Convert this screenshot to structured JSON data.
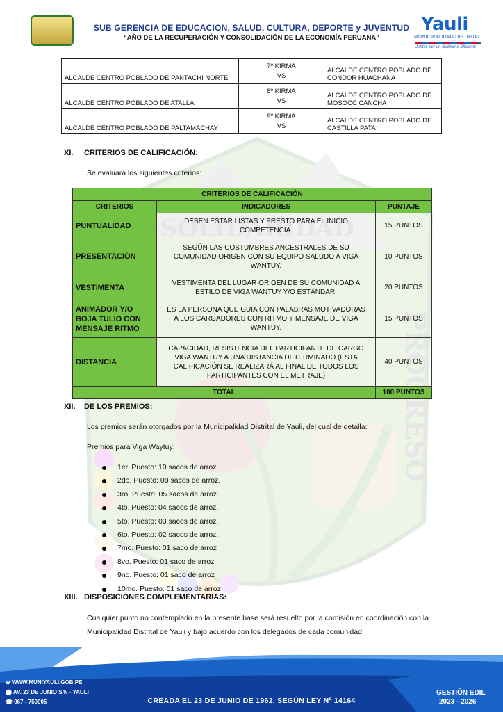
{
  "header": {
    "title": "SUB GERENCIA DE EDUCACION, SALUD, CULTURA, DEPORTE y JUVENTUD",
    "subtitle": "“AÑO DE LA RECUPERACIÓN Y CONSOLIDACIÓN DE LA ECONOMÍA PERUANA”",
    "brand_name": "Yauli",
    "brand_sub": "MUNICIPALIDAD DISTRITAL",
    "brand_slogan": "Juntos por un Gobierno Eficiente",
    "colors": {
      "title": "#1f3b8f",
      "brand": "#1a63c6",
      "accent": "#c8102e"
    }
  },
  "matches": [
    {
      "home": "ALCALDE CENTRO POBLADO DE PANTACHI NORTE",
      "round": "7º KIRMA",
      "vs": "VS",
      "away": "ALCALDE CENTRO POBLADO DE CONDOR HUACHANA"
    },
    {
      "home": "ALCALDE CENTRO POBLADO DE ATALLA",
      "round": "8º KIRMA",
      "vs": "VS",
      "away": "ALCALDE CENTRO POBLADO DE MOSOCC CANCHA"
    },
    {
      "home": "ALCALDE CENTRO POBLADO DE PALTAMACHAY",
      "round": "9º KIRMA",
      "vs": "VS",
      "away": "ALCALDE CENTRO POBLADO DE CASTILLA PATA"
    }
  ],
  "section_xi": {
    "number": "XI.",
    "title": "CRITERIOS DE CALIFICACIÓN:",
    "intro": "Se evaluará los siguientes criterios:"
  },
  "criteria_table": {
    "title": "CRITERIOS DE CALIFICACIÓN",
    "headers": [
      "CRITERIOS",
      "INDICADORES",
      "PUNTAJE"
    ],
    "rows": [
      {
        "criterion": "PUNTUALIDAD",
        "indicator": "DEBEN ESTAR LISTAS Y PRESTO PARA EL INICIO COMPETENCIA.",
        "points": "15 PUNTOS"
      },
      {
        "criterion": "PRESENTACIÓN",
        "indicator": "SEGÚN LAS COSTUMBRES ANCESTRALES DE SU COMUNIDAD ORIGEN CON SU EQUIPO SALUDO A VIGA WANTUY.",
        "points": "10 PUNTOS"
      },
      {
        "criterion": "VESTIMENTA",
        "indicator": "VESTIMENTA DEL LUGAR ORIGEN DE SU COMUNIDAD A ESTILO DE VIGA WANTUY Y/O ESTÁNDAR.",
        "points": "20 PUNTOS"
      },
      {
        "criterion": "ANIMADOR Y/O BOJA TULIO CON MENSAJE RITMO",
        "indicator": "ES LA PERSONA QUE GUIA CON PALABRAS MOTIVADORAS A LOS CARGADORES CON RITMO Y MENSAJE DE VIGA WANTUY.",
        "points": "15 PUNTOS"
      },
      {
        "criterion": "DISTANCIA",
        "indicator": "CAPACIDAD, RESISTENCIA DEL PARTICIPANTE DE CARGO VIGA WANTUY A UNA DISTANCIA DETERMINADO (ESTA CALIFICACIÓN SE REALIZARÁ AL FINAL DE TODOS LOS PARTICIPANTES CON EL METRAJE)",
        "points": "40 PUNTOS"
      }
    ],
    "total_label": "TOTAL",
    "total_points": "100 PUNTOS",
    "colors": {
      "header_fill": "#74c244"
    }
  },
  "section_xii": {
    "number": "XII.",
    "title": "DE LOS PREMIOS:",
    "intro": "Los premios serán otorgados por la Municipalidad Distrital de Yauli, del cual de detalla:",
    "sub": "Premios para Viga Waytuy:",
    "prizes": [
      "1er. Puesto: 10 sacos de arroz.",
      "2do. Puesto: 08 sacos de arroz.",
      "3ro. Puesto: 05 sacos de arroz.",
      "4to. Puesto: 04 sacos de arroz.",
      "5to. Puesto: 03 sacos de arroz.",
      "6to. Puesto: 02 sacos de arroz.",
      "7mo. Puesto: 01 saco de arroz",
      "8vo. Puesto: 01 saco de arroz",
      "9no. Puesto: 01 saco de arroz",
      "10mo. Puesto: 01 saco de arroz"
    ]
  },
  "section_xiii": {
    "number": "XIII.",
    "title": "DISPOSICIONES COMPLEMENTARIAS:",
    "text_line1": "Cualquier punto no contemplado en la presente base será resuelto por la comisión en coordinación con la",
    "text_line2": "Municipalidad Distrital de Yauli y bajo acuerdo con los delegados de cada comunidad."
  },
  "footer": {
    "website": "WWW.MUNIYAULI.GOB.PE",
    "address": "AV. 23 DE JUNIO S/N - YAULI",
    "phone": "067 - 750005",
    "created": "CREADA EL 23 DE JUNIO DE 1962, SEGÚN LEY Nº 14164",
    "gestion": "GESTIÓN EDIL",
    "years": "2023 - 2026",
    "colors": {
      "dark": "#0f3f9c",
      "mid": "#1a63c6",
      "light": "#5aa0ea"
    }
  },
  "watermark": {
    "word_top": "SOLIDARIDAD",
    "word_side": "PROGRESO"
  }
}
